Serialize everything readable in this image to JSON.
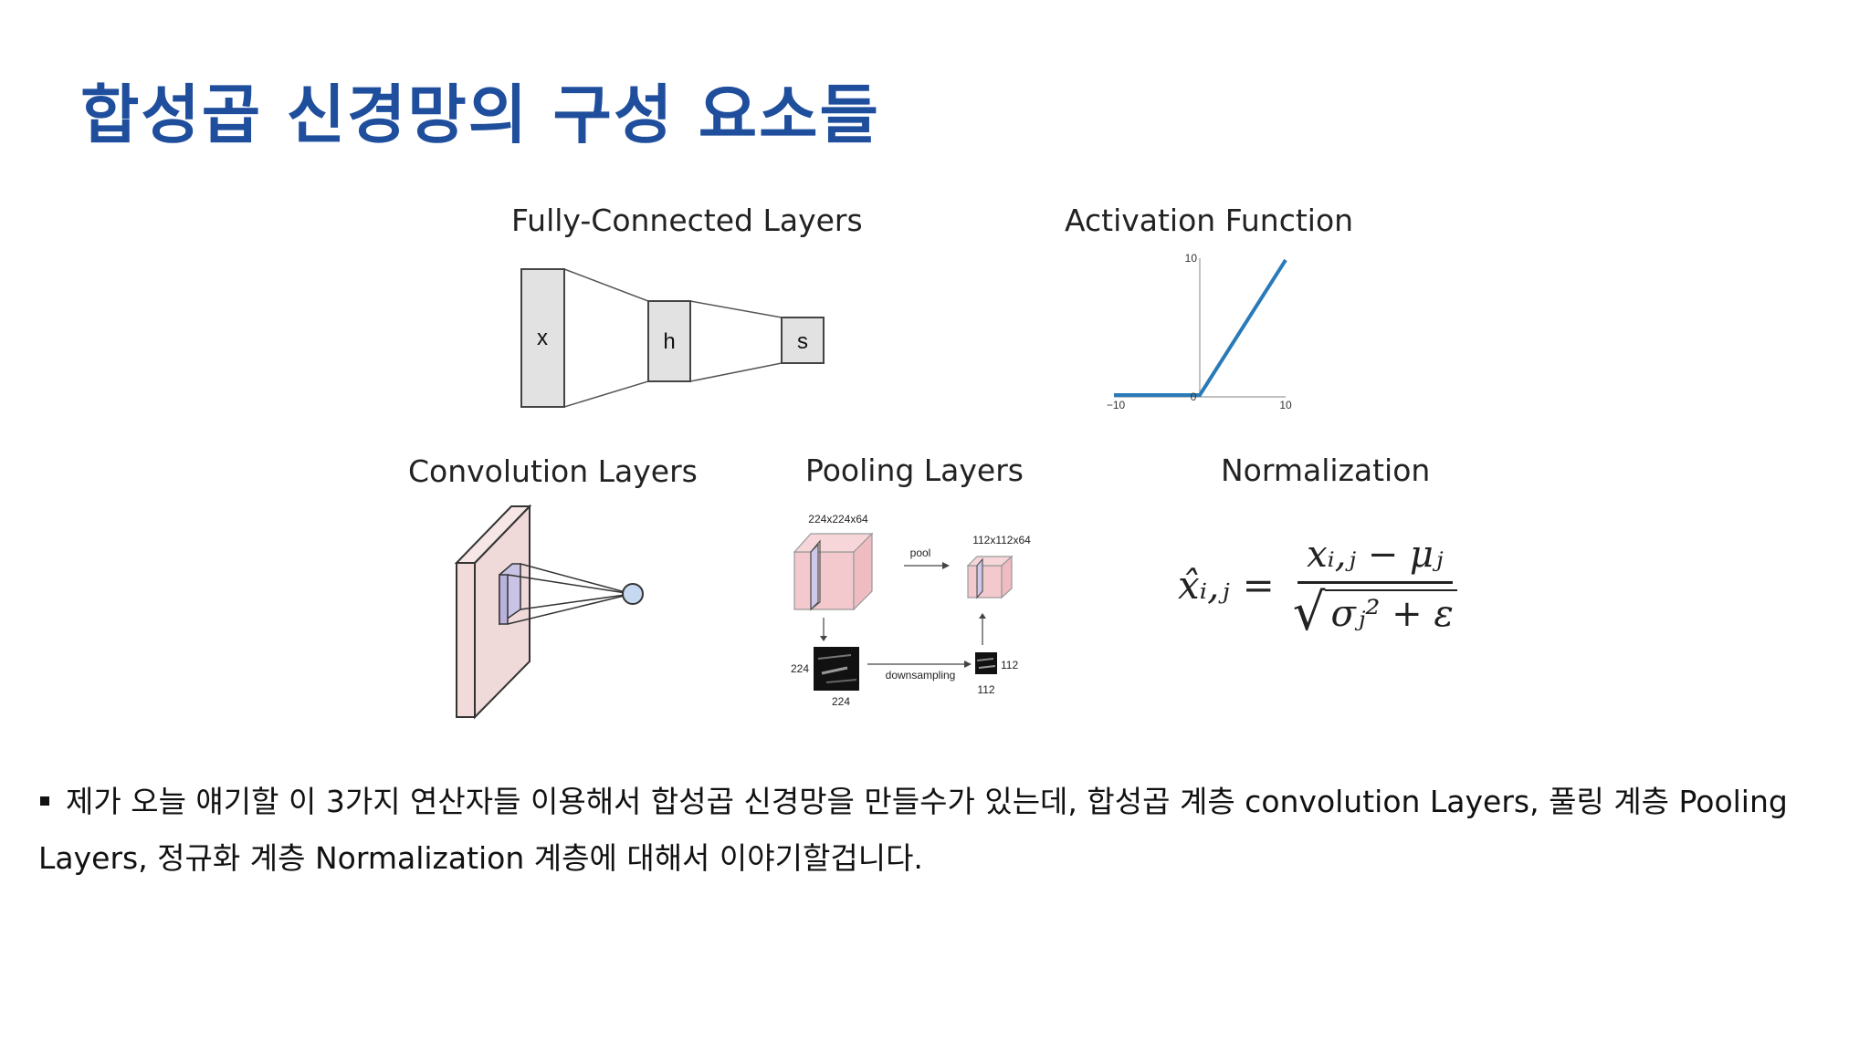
{
  "slide": {
    "title": "합성곱 신경망의 구성 요소들",
    "body_text": "제가 오늘 얘기할 이 3가지 연산자들 이용해서 합성곱 신경망을 만들수가 있는데, 합성곱 계층 convolution Layers, 풀링 계층 Pooling Layers, 정규화 계층 Normalization 계층에 대해서 이야기할겁니다."
  },
  "panels": {
    "fc": {
      "title": "Fully-Connected Layers",
      "labels": [
        "x",
        "h",
        "s"
      ]
    },
    "activation": {
      "title": "Activation Function",
      "ticks": {
        "y_max": "10",
        "x_min": "−10",
        "origin": "0",
        "x_max": "10"
      },
      "function": "relu",
      "line_color": "#2a7ab8"
    },
    "conv": {
      "title": "Convolution Layers"
    },
    "pooling": {
      "title": "Pooling Layers",
      "labels": {
        "input_dims": "224x224x64",
        "output_dims": "112x112x64",
        "pool": "pool",
        "downsampling": "downsampling",
        "in_h": "224",
        "in_w": "224",
        "out_h": "112",
        "out_w": "112"
      }
    },
    "norm": {
      "title": "Normalization",
      "formula": {
        "lhs": "x̂ᵢ,ⱼ",
        "eq": "=",
        "numerator": "xᵢ,ⱼ − μⱼ",
        "sqrt_sign": "√",
        "denominator": "σⱼ² + ε"
      }
    }
  },
  "colors": {
    "title": "#1f4e9c",
    "fc_box": "#e2e2e2",
    "conv_fill": "#efd9d9",
    "pool_fill": "#f3c9cd",
    "relu_line": "#2a7ab8",
    "neuron": "#c7d9f0"
  }
}
